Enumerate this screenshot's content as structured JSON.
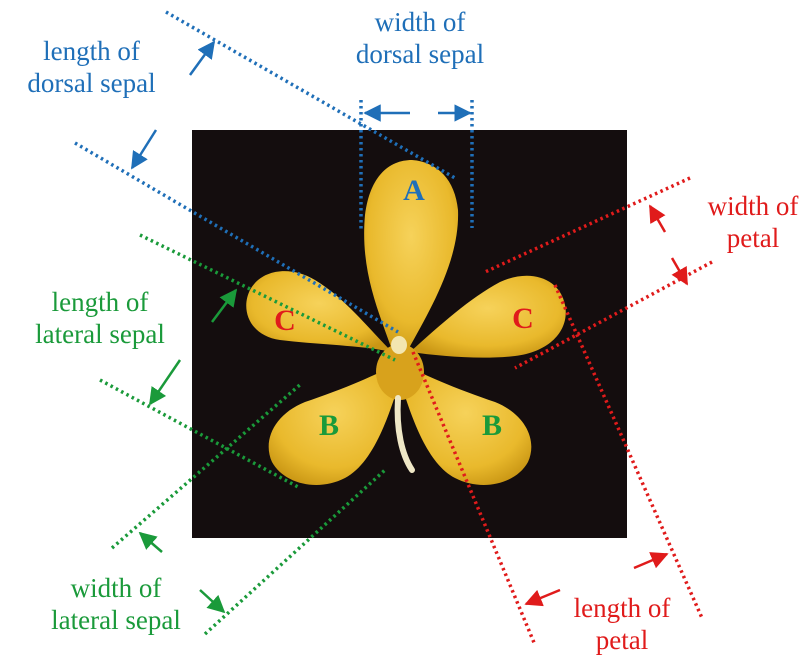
{
  "colors": {
    "blue": "#1f6fb8",
    "green": "#1a9a3a",
    "red": "#e01b1b",
    "photo_background": "#140d0e",
    "petal": "#e9b92c"
  },
  "labels": {
    "width_dorsal_sepal": [
      "width of",
      "dorsal sepal"
    ],
    "length_dorsal_sepal": [
      "length of",
      "dorsal sepal"
    ],
    "width_petal": [
      "width of",
      "petal"
    ],
    "length_lateral_sepal": [
      "length of",
      "lateral sepal"
    ],
    "width_lateral_sepal": [
      "width of",
      "lateral sepal"
    ],
    "length_petal": [
      "length of",
      "petal"
    ]
  },
  "parts": {
    "dorsal_sepal": "A",
    "lateral_sepal_left": "B",
    "lateral_sepal_right": "B",
    "petal_left": "C",
    "petal_right": "C"
  }
}
